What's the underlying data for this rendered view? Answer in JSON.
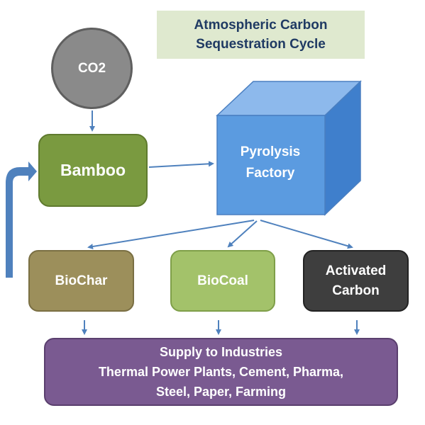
{
  "title": {
    "line1": "Atmospheric Carbon",
    "line2": "Sequestration Cycle"
  },
  "nodes": {
    "co2": "CO2",
    "bamboo": "Bamboo",
    "pyrolysis": {
      "line1": "Pyrolysis",
      "line2": "Factory"
    },
    "biochar": "BioChar",
    "biocoal": "BioCoal",
    "activated_carbon": {
      "line1": "Activated",
      "line2": "Carbon"
    },
    "supply": {
      "line1": "Supply to Industries",
      "line2": "Thermal Power Plants, Cement, Pharma,",
      "line3": "Steel, Paper, Farming"
    }
  },
  "colors": {
    "title_bg": "#dfe9cf",
    "title_text": "#1f3a63",
    "co2": "#8a8a8a",
    "bamboo": "#7a9a40",
    "cube_front": "#5b9be0",
    "biochar": "#9c8f5b",
    "biocoal": "#a3c26a",
    "activated_carbon": "#3e3e3e",
    "supply": "#7a5a91",
    "arrow": "#4f81bd"
  }
}
